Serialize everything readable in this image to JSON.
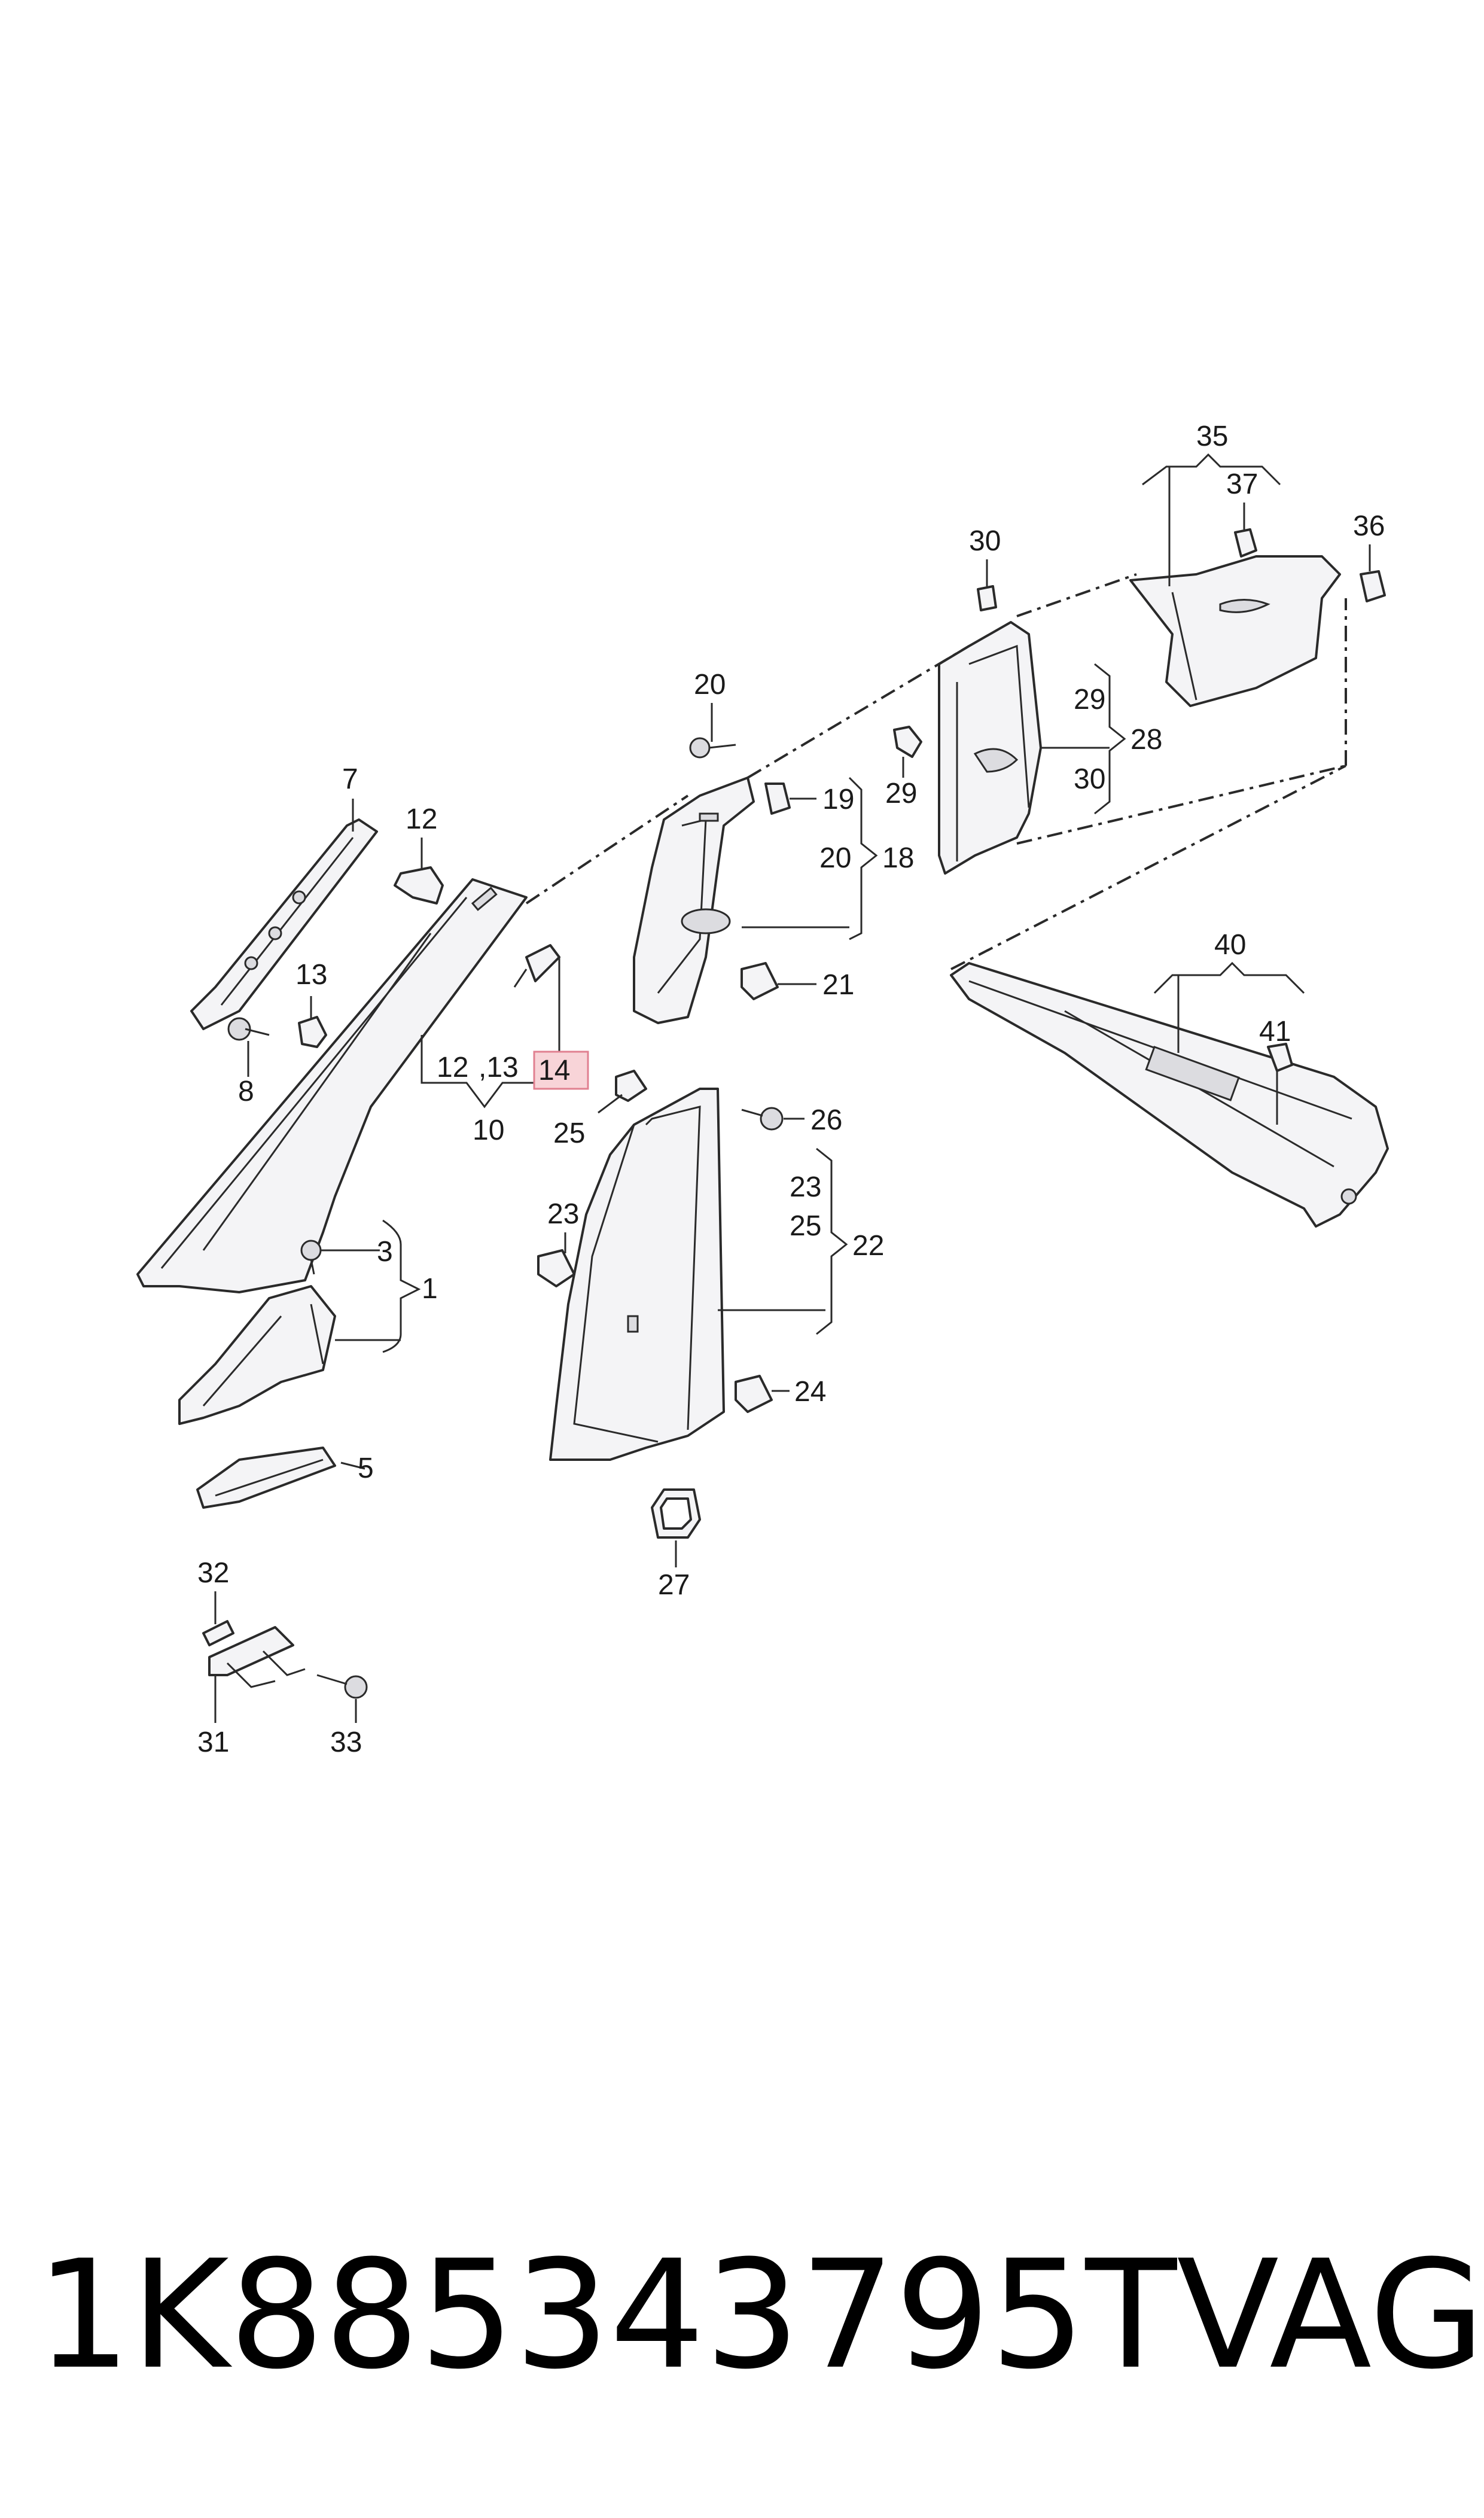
{
  "diagram": {
    "callouts": {
      "c1": "1",
      "c3": "3",
      "c5": "5",
      "c7": "7",
      "c8": "8",
      "c10": "10",
      "c12a": "12",
      "c12b": "12",
      "c13a": "13",
      "c13b": ",13",
      "c14": "14",
      "c18": "18",
      "c19": "19",
      "c20a": "20",
      "c20b": "20",
      "c21": "21",
      "c22": "22",
      "c23a": "23",
      "c23b": "23",
      "c24": "24",
      "c25a": "25",
      "c25b": "25",
      "c26": "26",
      "c27": "27",
      "c28": "28",
      "c29a": "29",
      "c29b": "29",
      "c30a": "30",
      "c30b": "30",
      "c31": "31",
      "c32": "32",
      "c33": "33",
      "c35": "35",
      "c36": "36",
      "c37": "37",
      "c40": "40",
      "c41": "41"
    },
    "highlight_color": "#f8d4d8"
  },
  "footer": {
    "part_number": "1K885343795T",
    "brand": "VAG"
  }
}
